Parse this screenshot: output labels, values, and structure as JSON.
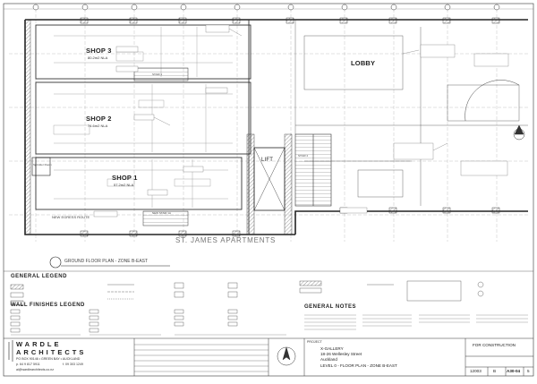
{
  "plan": {
    "rooms": {
      "shop3": {
        "name": "SHOP 3",
        "area": "80.2m2 NLA"
      },
      "shop2": {
        "name": "SHOP 2",
        "area": "74.6m2 NLA"
      },
      "shop1": {
        "name": "SHOP 1",
        "area": "57.2m2 NLA"
      },
      "lobby": {
        "name": "LOBBY"
      },
      "lift": {
        "name": "LIFT"
      },
      "stair1": {
        "name": "STAIR 1"
      },
      "stair2": {
        "name": "STAIR 2"
      },
      "sprinkler": {
        "name": "Sprinkler Room"
      },
      "egress": {
        "name": "NEW EGRESS ROUTE"
      },
      "new_stair": {
        "name": "NEW STAIR 1A"
      }
    },
    "building_label": "ST. JAMES APARTMENTS",
    "view_title": "GROUND FLOOR PLAN - ZONE B-EAST"
  },
  "legend": {
    "general_title": "GENERAL LEGEND",
    "wall_title": "WALL FINISHES LEGEND",
    "notes_title": "GENERAL NOTES"
  },
  "firm": {
    "name_line1": "WARDLE",
    "name_line2": "ARCHITECTS",
    "address": "PO BOX 90146 • GREEN BAY • AUCKLAND",
    "phone": "p. 64 9 817 5911",
    "fax": "f. 09 303 1249",
    "email": "ai@wardlearchitects.co.nz"
  },
  "project": {
    "label": "PROJECT",
    "name": "X-GALLERY",
    "address": "18-26 Wellesley Street",
    "city": "Auckland",
    "drawing_title": "LEVEL 0 - FLOOR PLAN - ZONE B-EAST",
    "status": "FOR CONSTRUCTION",
    "job_no": "12003",
    "sheet_size": "B",
    "drawing_no": "A30-04",
    "revision": "5"
  },
  "colors": {
    "line": "#2a2a2a",
    "grid": "#888888",
    "paper": "#ffffff"
  }
}
